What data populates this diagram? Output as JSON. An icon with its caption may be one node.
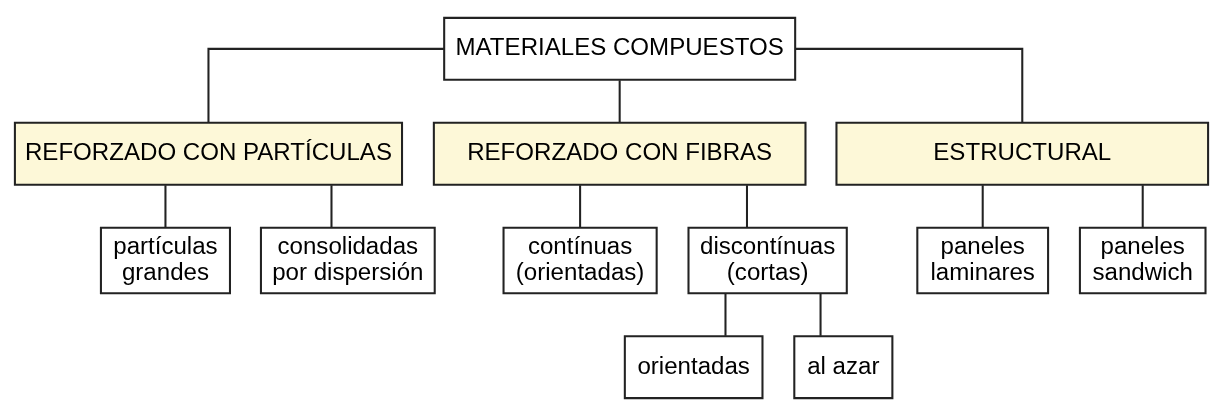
{
  "diagram": {
    "nodes": [
      {
        "text": [
          "MATERIALES COMPUESTOS"
        ]
      },
      {
        "text": [
          "REFORZADO CON PARTÍCULAS"
        ]
      },
      {
        "text": [
          "REFORZADO CON FIBRAS"
        ]
      },
      {
        "text": [
          "ESTRUCTURAL"
        ]
      },
      {
        "text": [
          "partículas grandes"
        ]
      },
      {
        "text": [
          "consolidadas por dispersión"
        ]
      },
      {
        "text": [
          "contínuas (orientadas)"
        ]
      },
      {
        "text": [
          "discontínuas (cortas)"
        ]
      },
      {
        "text": [
          "paneles laminares"
        ]
      },
      {
        "text": [
          "paneles sandwich"
        ]
      },
      {
        "text": [
          "orientadas"
        ]
      },
      {
        "text": [
          "al azar"
        ]
      }
    ],
    "edges": [
      {
        "from": 0,
        "to": 1,
        "arrow": "none"
      },
      {
        "from": 0,
        "to": 2,
        "arrow": "none"
      },
      {
        "from": 0,
        "to": 3,
        "arrow": "none"
      },
      {
        "from": 1,
        "to": 4,
        "arrow": "none"
      },
      {
        "from": 1,
        "to": 5,
        "arrow": "none"
      },
      {
        "from": 2,
        "to": 6,
        "arrow": "none"
      },
      {
        "from": 2,
        "to": 7,
        "arrow": "none"
      },
      {
        "from": 3,
        "to": 8,
        "arrow": "none"
      },
      {
        "from": 3,
        "to": 9,
        "arrow": "none"
      },
      {
        "from": 7,
        "to": 10,
        "arrow": "none"
      },
      {
        "from": 7,
        "to": 11,
        "arrow": "none"
      }
    ]
  }
}
